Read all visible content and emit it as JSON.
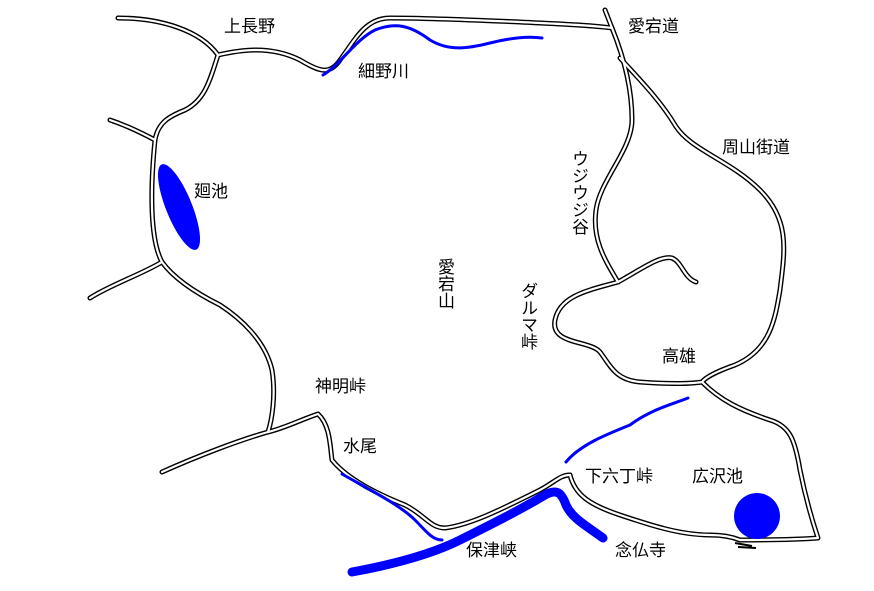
{
  "map": {
    "colors": {
      "road": "#000000",
      "water": "#0000ff",
      "background": "#ffffff"
    },
    "labels": {
      "kaminagano": "上長野",
      "atagomichi": "愛宕道",
      "hosonogawa": "細野川",
      "shuzankaido": "周山街道",
      "meguriike": "廻池",
      "ujiujidani": "ウジウジ谷",
      "atagoyama": "愛宕山",
      "darumatouge": "ダルマ峠",
      "takao": "高雄",
      "shinmyotouge": "神明峠",
      "mizuo": "水尾",
      "shimorokuchotouge": "下六丁峠",
      "hirosawaike": "広沢池",
      "hozukyo": "保津峡",
      "nenbutsuji": "念仏寺"
    }
  }
}
